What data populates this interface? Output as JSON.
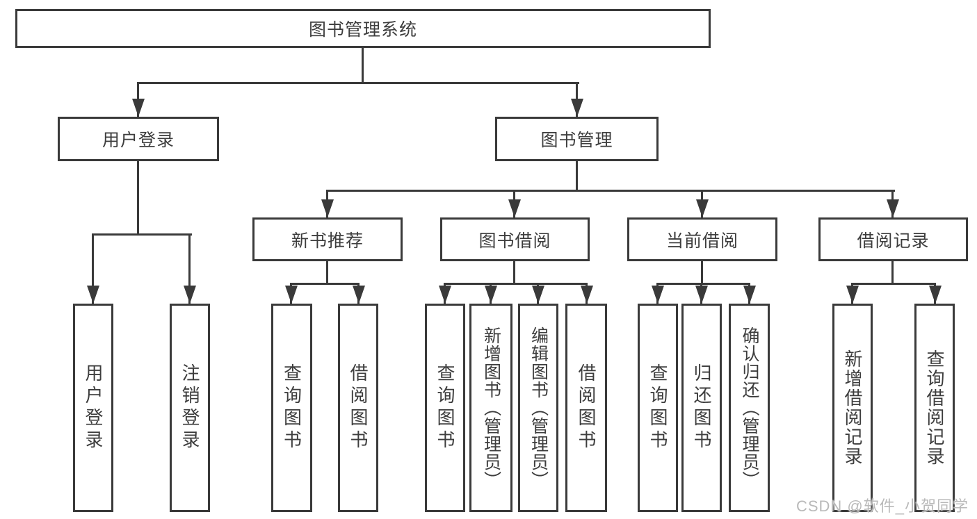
{
  "tree": {
    "root": {
      "label": "图书管理系统"
    },
    "branches": [
      {
        "label": "用户登录",
        "children": [
          {
            "label": "用户登录"
          },
          {
            "label": "注销登录"
          }
        ]
      },
      {
        "label": "图书管理",
        "children": [
          {
            "label": "新书推荐",
            "children": [
              {
                "label": "查询图书"
              },
              {
                "label": "借阅图书"
              }
            ]
          },
          {
            "label": "图书借阅",
            "children": [
              {
                "label": "查询图书"
              },
              {
                "label": "新增图书（管理员）"
              },
              {
                "label": "编辑图书（管理员）"
              },
              {
                "label": "借阅图书"
              }
            ]
          },
          {
            "label": "当前借阅",
            "children": [
              {
                "label": "查询图书"
              },
              {
                "label": "归还图书"
              },
              {
                "label": "确认归还（管理员）"
              }
            ]
          },
          {
            "label": "借阅记录",
            "children": [
              {
                "label": "新增借阅记录"
              },
              {
                "label": "查询借阅记录"
              }
            ]
          }
        ]
      }
    ]
  },
  "watermark": "CSDN @软件_小贺同学",
  "colors": {
    "line": "#3a3a3a",
    "text": "#3d3d3d",
    "background": "#ffffff",
    "watermark": "#b9b9b9"
  }
}
